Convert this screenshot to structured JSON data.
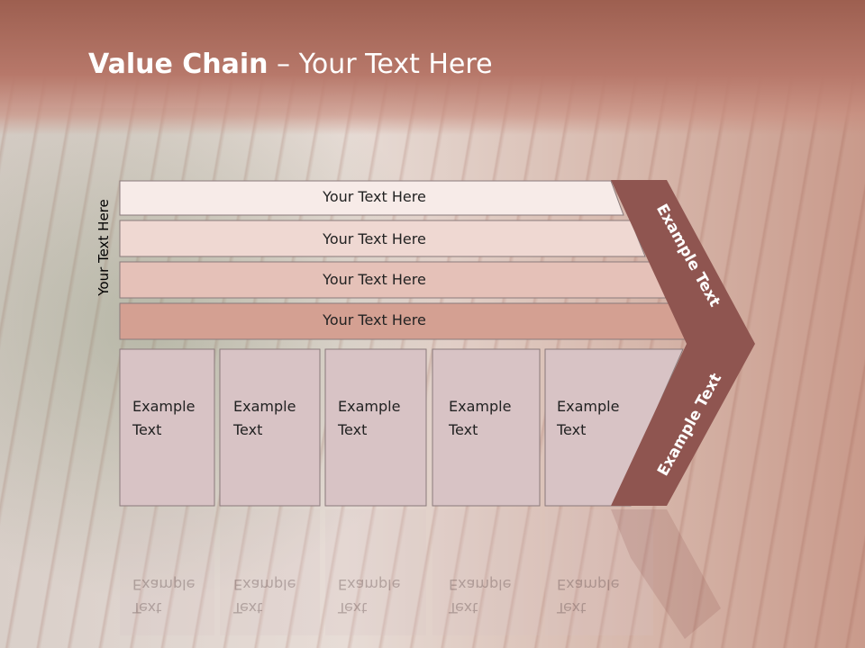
{
  "slide": {
    "title_bold": "Value Chain",
    "title_rest": " – Your Text Here",
    "side_label": "Your Text Here"
  },
  "bars": [
    {
      "label": "Your Text Here",
      "color": "#f7ebe8"
    },
    {
      "label": "Your Text Here",
      "color": "#efd8d2"
    },
    {
      "label": "Your Text Here",
      "color": "#e5c1b8"
    },
    {
      "label": "Your Text Here",
      "color": "#d4a092"
    }
  ],
  "boxes": [
    {
      "line1": "Example",
      "line2": "Text"
    },
    {
      "line1": "Example",
      "line2": "Text"
    },
    {
      "line1": "Example",
      "line2": "Text"
    },
    {
      "line1": "Example",
      "line2": "Text"
    },
    {
      "line1": "Example",
      "line2": "Text"
    }
  ],
  "arrow": {
    "top_label": "Example Text",
    "bottom_label": "Example Text",
    "color": "#8f5550"
  },
  "colors": {
    "box_fill": "#d8c3c5",
    "box_stroke": "#8a7a7b"
  }
}
